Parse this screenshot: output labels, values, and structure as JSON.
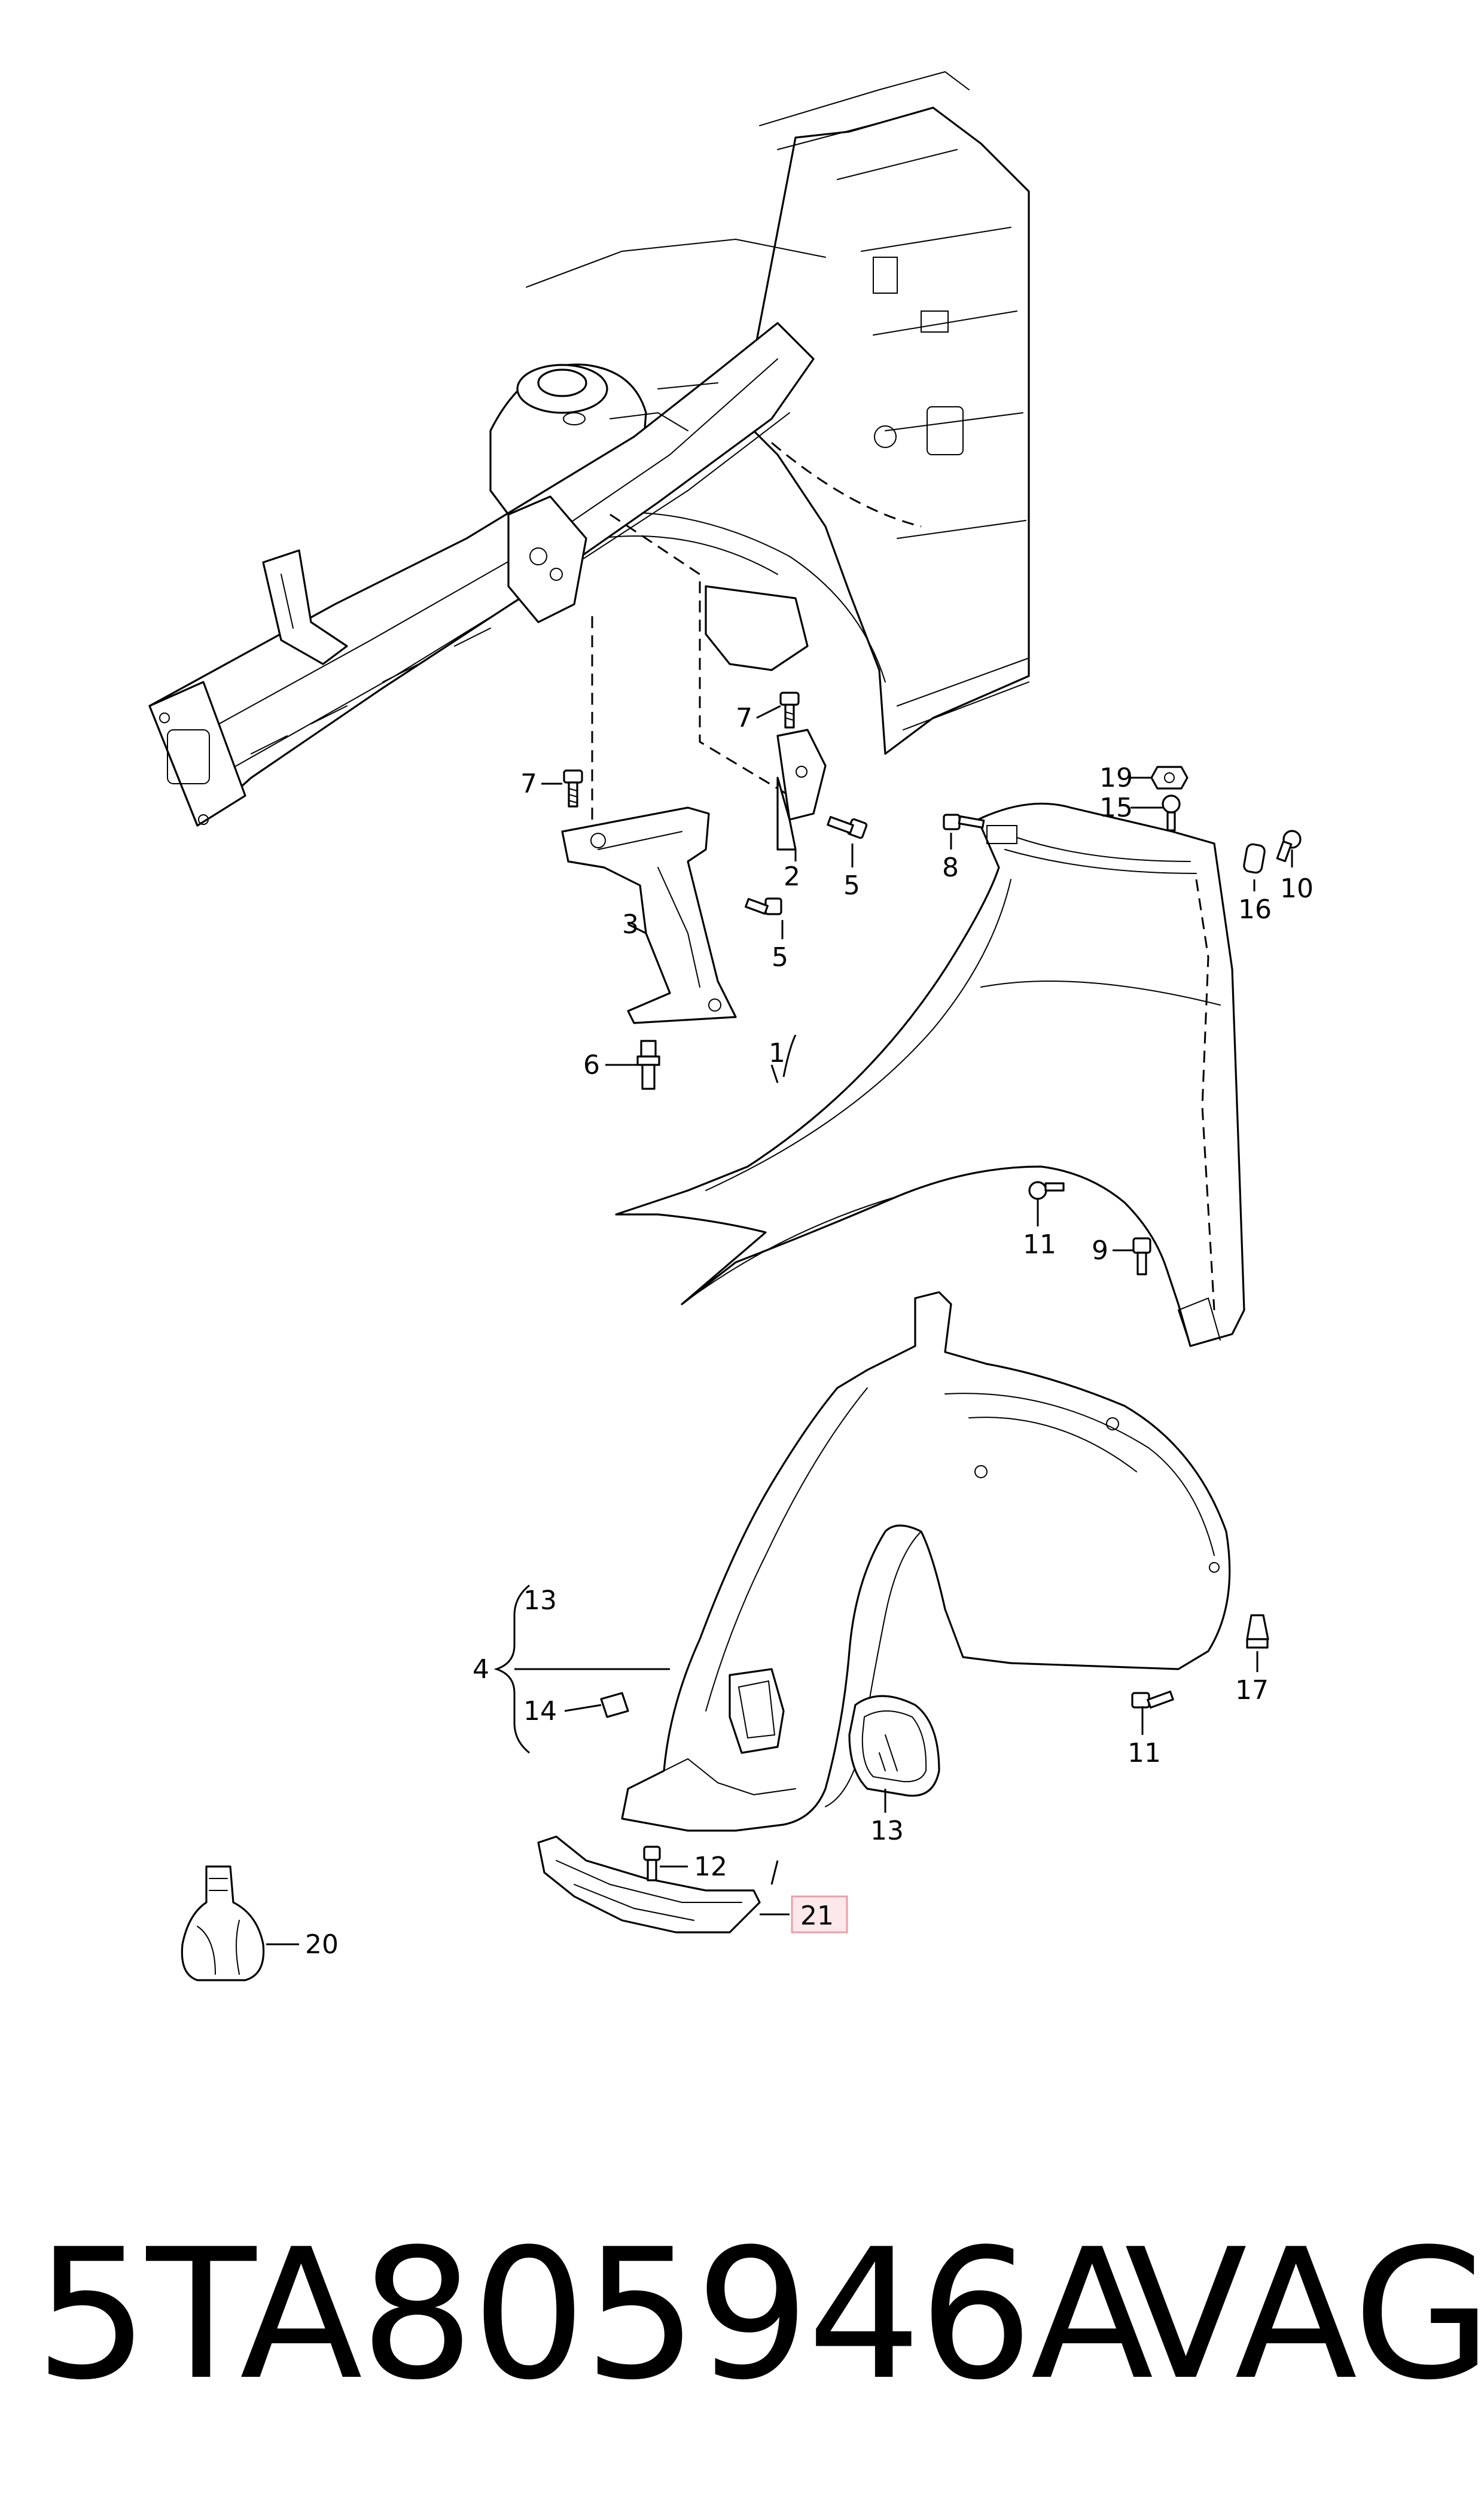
{
  "diagram": {
    "callouts": {
      "c1": "1",
      "c2": "2",
      "c3": "3",
      "c4": "4",
      "c5a": "5",
      "c5b": "5",
      "c6": "6",
      "c7a": "7",
      "c7b": "7",
      "c8": "8",
      "c9": "9",
      "c10": "10",
      "c11a": "11",
      "c11b": "11",
      "c12": "12",
      "c13a": "13",
      "c13b": "13",
      "c14": "14",
      "c15": "15",
      "c16": "16",
      "c17": "17",
      "c19": "19",
      "c20": "20",
      "c21": "21"
    },
    "highlight_color": "#e8a0a8"
  },
  "footer": {
    "part_number": "5TA805946A",
    "brand": "VAG"
  }
}
